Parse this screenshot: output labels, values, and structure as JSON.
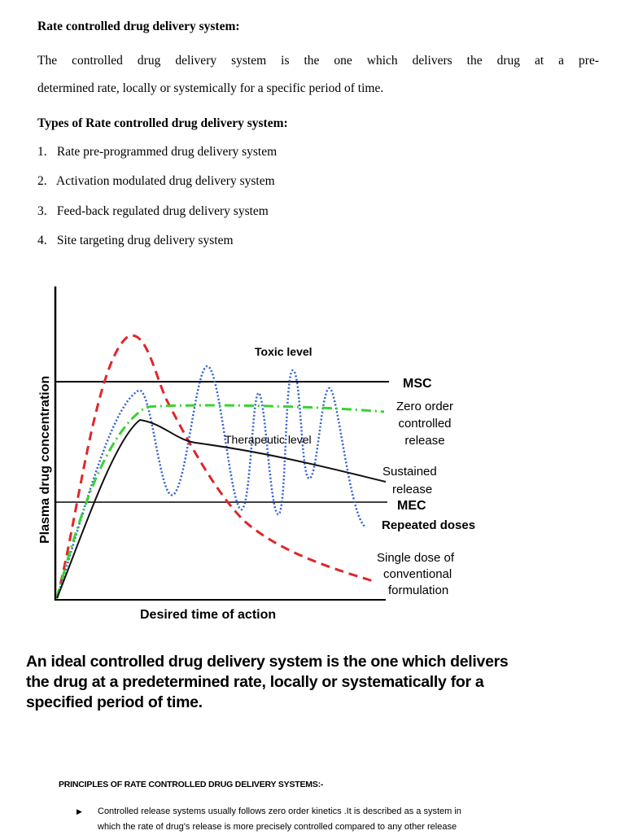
{
  "header": {
    "title": "Rate controlled drug delivery system:"
  },
  "definition": {
    "line1": "The controlled drug delivery system is the one which delivers the drug at a pre-",
    "line2": "determined rate, locally or systemically for a specific period of time."
  },
  "types": {
    "heading": "Types of Rate controlled drug delivery system:",
    "items": [
      {
        "num": "1.",
        "text": "Rate pre-programmed drug delivery system"
      },
      {
        "num": "2.",
        "text": "Activation modulated drug delivery system"
      },
      {
        "num": "3.",
        "text": "Feed-back regulated drug delivery system"
      },
      {
        "num": "4.",
        "text": "Site targeting drug delivery system"
      }
    ]
  },
  "figure": {
    "ylabel": "Plasma drug concentration",
    "xlabel": "Desired time of action",
    "toxic": "Toxic level",
    "therapeutic": "Therapeutic level",
    "msc": "MSC",
    "mec": "MEC",
    "zero1": "Zero order",
    "zero2": "controlled",
    "zero3": "release",
    "sus1": "Sustained",
    "sus2": "release",
    "rep": "Repeated doses",
    "single1": "Single dose of",
    "single2": "conventional",
    "single3": "formulation",
    "colors": {
      "single_dose": "#e0262b",
      "repeated": "#2f5fd6",
      "zero_order": "#37d42f",
      "sustained": "#111111"
    }
  },
  "caption": {
    "line1": "An ideal controlled drug delivery system is the one which delivers",
    "line2": "the drug at a predetermined rate, locally or systematically for a",
    "line3": "specified period of time."
  },
  "principles": {
    "heading": "PRINCIPLES OF RATE CONTROLLED DRUG DELIVERY SYSTEMS:-",
    "bullet_line1": "Controlled release systems usually follows zero order kinetics .It is described as a system in",
    "bullet_line2": "which the rate of drug's release is more precisely controlled compared to any other release"
  }
}
